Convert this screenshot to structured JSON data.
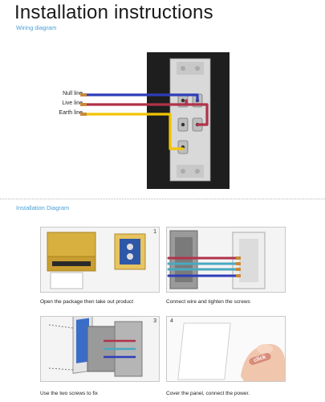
{
  "header": {
    "title": "Installation instructions",
    "wiring_subtitle": "Wiring diagram"
  },
  "wiring": {
    "labels": {
      "null": "Null line",
      "live": "Live line",
      "earth": "Earth line"
    },
    "colors": {
      "null": "#2f3db8",
      "live": "#b0324a",
      "earth": "#f2c400",
      "plate": "#1e1e1e",
      "socket": "#d9d9d9"
    }
  },
  "installation": {
    "subtitle": "Installation Diagram",
    "steps": [
      {
        "number": "1",
        "caption": "Open the package then take out product"
      },
      {
        "number": "",
        "caption": "Connect wire and tighten the screws"
      },
      {
        "number": "3",
        "caption": "Use the two screws to fix"
      },
      {
        "number": "4",
        "caption": "Cover the panel, connect the power."
      }
    ],
    "click_badge": "click"
  }
}
